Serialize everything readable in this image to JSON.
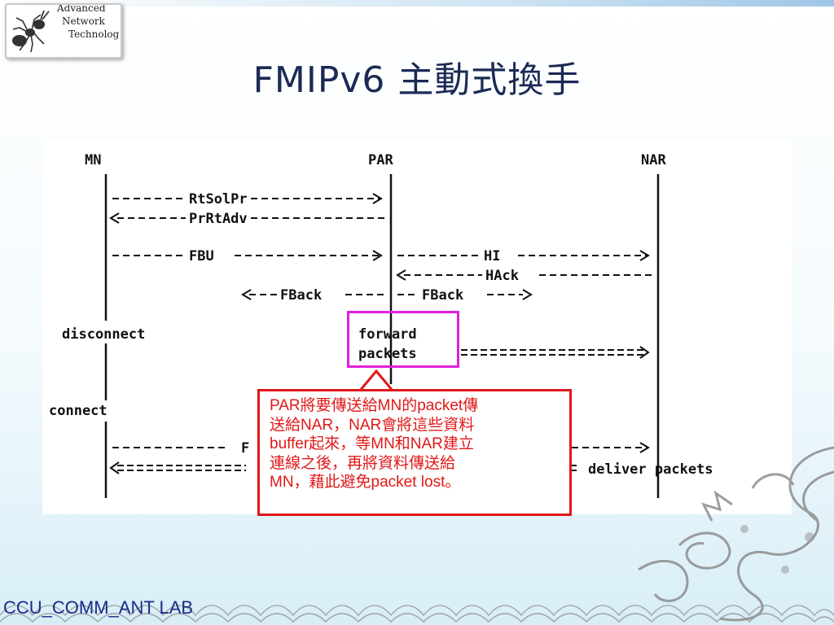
{
  "logo": {
    "name": "ant-logo-icon",
    "lines": [
      "Advanced",
      "Network",
      "Technolog"
    ]
  },
  "title": "FMIPv6 主動式換手",
  "diagram": {
    "nodes": {
      "mn": "MN",
      "par": "PAR",
      "nar": "NAR"
    },
    "messages": {
      "rtsolpr": "RtSolPr",
      "prrtadv": "PrRtAdv",
      "fbu": "FBU",
      "hi": "HI",
      "hack": "HAck",
      "fback_left": "FBack",
      "fback_right": "FBack",
      "forward": "forward",
      "packets": "packets",
      "f_partial": "F",
      "deliver": "deliver packets"
    },
    "states": {
      "disconnect": "disconnect",
      "connect": "connect"
    }
  },
  "callout": {
    "lines": [
      "PAR將要傳送給MN的packet傳",
      "送給NAR，NAR會將這些資料",
      "buffer起來，等MN和NAR建立",
      "連線之後，再將資料傳送給",
      "MN，藉此避免packet lost。"
    ],
    "border_color": "#e01818",
    "text_color": "#e01818"
  },
  "highlight_color": "#e020e0",
  "footer": {
    "lab": "CCU_COMM_ANT LAB"
  }
}
